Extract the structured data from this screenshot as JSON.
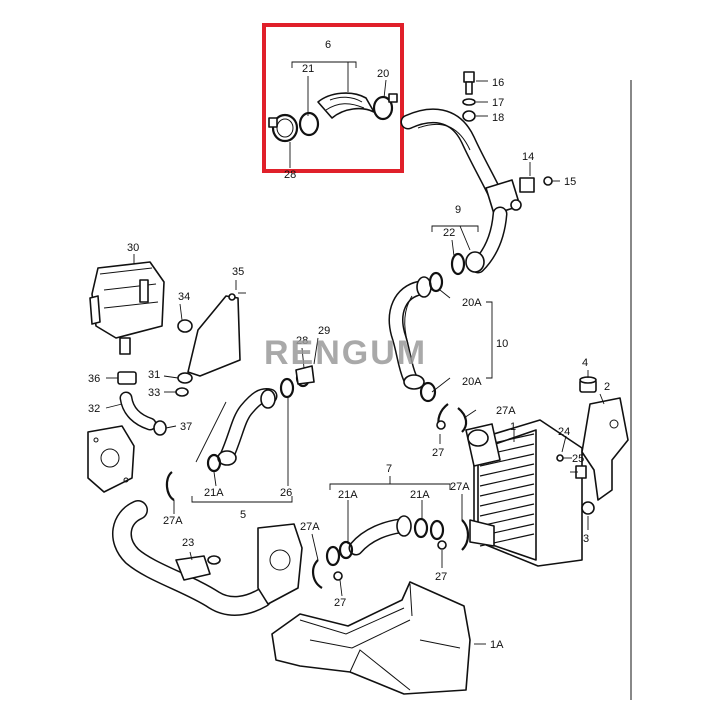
{
  "watermark": "RENGUM",
  "highlight_color": "#e0202a",
  "labels": {
    "l6": "6",
    "l21_top": "21",
    "l20_top": "20",
    "l28_top": "28",
    "l16": "16",
    "l17": "17",
    "l18": "18",
    "l14": "14",
    "l15": "15",
    "l9": "9",
    "l22": "22",
    "l20A_1": "20A",
    "l10": "10",
    "l20A_2": "20A",
    "l27A_1": "27A",
    "l27_1": "27",
    "l1": "1",
    "l24": "24",
    "l25": "25",
    "l4": "4",
    "l2": "2",
    "l3": "3",
    "l30": "30",
    "l35": "35",
    "l34": "34",
    "l31": "31",
    "l33": "33",
    "l36": "36",
    "l32": "32",
    "l37": "37",
    "l28_mid": "28",
    "l29": "29",
    "l21A_left": "21A",
    "l26": "26",
    "l5": "5",
    "l27A_left": "27A",
    "l23": "23",
    "l7": "7",
    "l21A_m1": "21A",
    "l21A_m2": "21A",
    "l27A_m": "27A",
    "l27A_low": "27A",
    "l27_low": "27",
    "l27_right": "27",
    "l1A": "1A"
  }
}
